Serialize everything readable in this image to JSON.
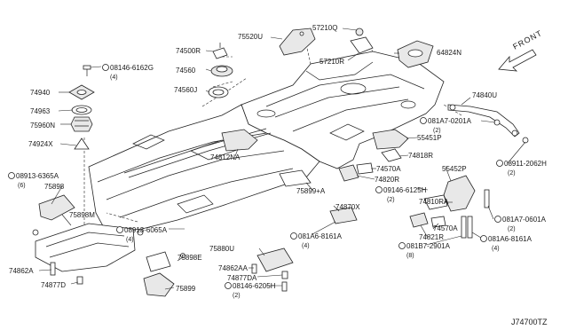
{
  "diagram_code": "J74700TZ",
  "front_label": "FRONT",
  "parts": {
    "p75520U": "75520U",
    "p57210Q": "57210Q",
    "p57210R": "57210R",
    "p64824N": "64824N",
    "p74500R": "74500R",
    "p74560": "74560",
    "p74560J": "74560J",
    "p08146_6162G": "08146-6162G",
    "p08146_6162G_qty": "(4)",
    "p74940": "74940",
    "p74963": "74963",
    "p75960N": "75960N",
    "p74924X": "74924X",
    "p74840U": "74840U",
    "p081A7_0201A": "081A7-0201A",
    "p081A7_0201A_qty": "(2)",
    "p55451P": "55451P",
    "p74818R": "74818R",
    "p08911_2062H": "08911-2062H",
    "p08911_2062H_qty": "(2)",
    "p74812NA": "74812NA",
    "p74570A_1": "74570A",
    "p74820R": "74820R",
    "p55452P": "55452P",
    "p75899_A": "75899+A",
    "p09146_6125H": "09146-6125H",
    "p09146_6125H_qty": "(2)",
    "p08913_6365A": "08913-6365A",
    "p08913_6365A_qty": "(6)",
    "p75898": "75898",
    "p75898M": "75898M",
    "p74870X": "74870X",
    "p74810RA": "74810RA",
    "p081A7_0601A": "081A7-0601A",
    "p081A7_0601A_qty": "(2)",
    "p08913_6065A": "08913-6065A",
    "p08913_6065A_qty": "(4)",
    "p081A6_8161A_1": "081A6-8161A",
    "p081A6_8161A_1_qty": "(4)",
    "p74570A_2": "74570A",
    "p74821R": "74821R",
    "p081A6_8161A_2": "081A6-8161A",
    "p081A6_8161A_2_qty": "(4)",
    "p081B7_2901A": "081B7-2901A",
    "p081B7_2901A_qty": "(8)",
    "p75898E": "75898E",
    "p75880U": "75880U",
    "p74862A": "74862A",
    "p74877D": "74877D",
    "p74862AA": "74862AA",
    "p74877DA": "74877DA",
    "p75899": "75899",
    "p08146_6205H": "08146-6205H",
    "p08146_6205H_qty": "(2)"
  }
}
